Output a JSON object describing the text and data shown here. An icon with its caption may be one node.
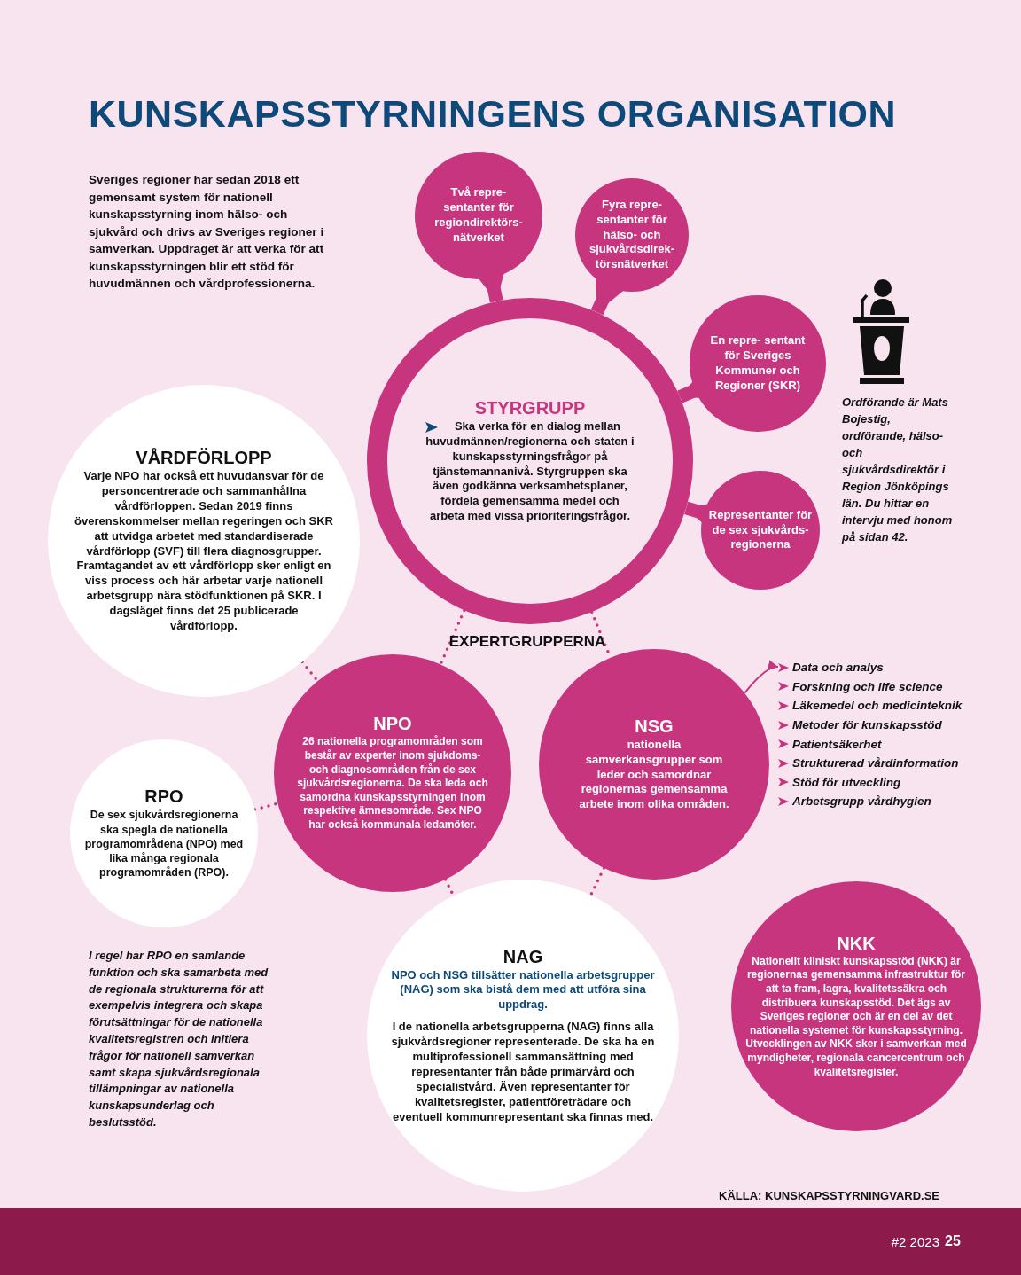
{
  "diagram": {
    "title": "KUNSKAPSSTYRNINGENS ORGANISATION",
    "nodes": [
      {
        "text": [
          "STYRGRUPP",
          "Ska verka för en dialog mellan huvudmännen/regionerna och staten i kunskapsstyrningsfrågor på tjänstemannanivå. Styrgruppen ska även godkänna verksamhetsplaner, fördela gemensamma medel och arbeta med vissa prioriteringsfrågor."
        ]
      },
      {
        "text": [
          "Två repre- sentanter för regiondirektörs- nätverket"
        ]
      },
      {
        "text": [
          "Fyra repre- sentanter för hälso- och sjukvårdsdirek- törsnätverket"
        ]
      },
      {
        "text": [
          "En repre- sentant för Sveriges Kommuner och Regioner (SKR)"
        ]
      },
      {
        "text": [
          "Representanter för de sex sjukvårds- regionerna"
        ]
      },
      {
        "text": [
          "VÅRDFÖRLOPP",
          "Varje NPO har också ett huvudansvar för de **personcentrerade och sammanhållna vårdförloppen.** Sedan 2019 finns överenskommelser mellan regeringen och SKR att utvidga arbetet med standardiserade vårdförlopp (SVF) till flera diagnosgrupper. Framtagandet av ett vårdförlopp sker enligt en viss process och här arbetar varje nationell arbetsgrupp nära stödfunktionen på SKR. **I dagsläget finns det 25 publicerade vårdförlopp.**"
        ]
      },
      {
        "text": [
          "NPO",
          "26 nationella programområden som består av experter inom sjukdoms- och diagnosområden från de sex sjukvårdsregionerna. De ska leda och samordna kunskapsstyrningen inom respektive ämnesområde. Sex NPO har också kommunala ledamöter."
        ]
      },
      {
        "text": [
          "NSG",
          "nationella samverkansgrupper som leder och samordnar regionernas gemensamma arbete inom olika områden."
        ]
      },
      {
        "text": [
          "RPO",
          "De sex sjukvårdsregionerna ska spegla de nationella programområdena (NPO) med lika många **regionala programområden** (RPO)."
        ]
      },
      {
        "text": [
          "NAG",
          "NPO och NSG tillsätter nationella arbetsgrupper (NAG) som ska bistå dem med att utföra sina uppdrag.",
          "I de nationella arbetsgrupperna (NAG) finns alla sjukvårdsregioner representerade. De ska ha en multiprofessionell sammansättning med representanter från både primärvård och specialistvård. Även representanter för kvalitetsregister, patientföreträdare och eventuell kommunrepresentant ska finnas med."
        ]
      },
      {
        "text": [
          "NKK",
          "Nationellt kliniskt kunskapsstöd (NKK) är regionernas gemensamma infrastruktur för att ta fram, lagra, kvalitetssäkra och distribuera kunskapsstöd. Det ägs av Sveriges regioner och är en del av det nationella systemet för kunskapsstyrning. Utvecklingen av NKK sker i samverkan med myndigheter, regionala cancercentrum och kvalitetsregister."
        ]
      },
      {
        "text": [
          "Data och analys",
          "Forskning och life science",
          "Läkemedel och medicinteknik",
          "Metoder för kunskapsstöd",
          "Patientsäkerhet",
          "Strukturerad vårdinformation",
          "Stöd för utveckling",
          "Arbetsgrupp vårdhygien"
        ]
      }
    ],
    "edges": [
      {
        "from": 1,
        "to": 0,
        "arrow": "to",
        "style": "thick"
      },
      {
        "from": 2,
        "to": 0,
        "arrow": "to",
        "style": "thick"
      },
      {
        "from": 3,
        "to": 0,
        "arrow": "to",
        "style": "thick"
      },
      {
        "from": 4,
        "to": 0,
        "arrow": "to",
        "style": "thick"
      },
      {
        "from": 0,
        "to": 6,
        "arrow": "none",
        "style": "dashed"
      },
      {
        "from": 0,
        "to": 7,
        "arrow": "none",
        "style": "dashed"
      },
      {
        "from": 5,
        "to": 6,
        "arrow": "none",
        "style": "dashed"
      },
      {
        "from": 8,
        "to": 6,
        "arrow": "none",
        "style": "dashed"
      },
      {
        "from": 6,
        "to": 9,
        "arrow": "none",
        "style": "dashed"
      },
      {
        "from": 7,
        "to": 9,
        "arrow": "none",
        "style": "dashed"
      },
      {
        "from": 7,
        "to": 11,
        "arrow": "to"
      }
    ],
    "labels": [
      "Sveriges regioner har sedan 2018 ett gemensamt system för nationell kunskapsstyrning inom hälso- och sjukvård och drivs av Sveriges regioner i samverkan. Uppdraget är att verka för att kunskapsstyrningen blir ett stöd för huvudmännen och vårdprofessionerna.",
      "EXPERTGRUPPERNA",
      "Ordförande är **Mats Bojestig,** ordförande, hälso- och sjukvårdsdirektör i Region Jönköpings län. Du hittar en intervju med honom på sidan 42.",
      "I regel har RPO en **samlande funktion** och ska samarbeta med de regionala strukturerna för att exempelvis integrera och skapa förutsättningar för de nationella kvalitetsregistren och initiera frågor för nationell samverkan samt skapa sjukvårdsregionala tillämpningar av nationella kunskapsunderlag och beslutsstöd.",
      "KÄLLA: KUNSKAPSSTYRNINGVARD.SE",
      "#2 2023",
      "25"
    ]
  }
}
